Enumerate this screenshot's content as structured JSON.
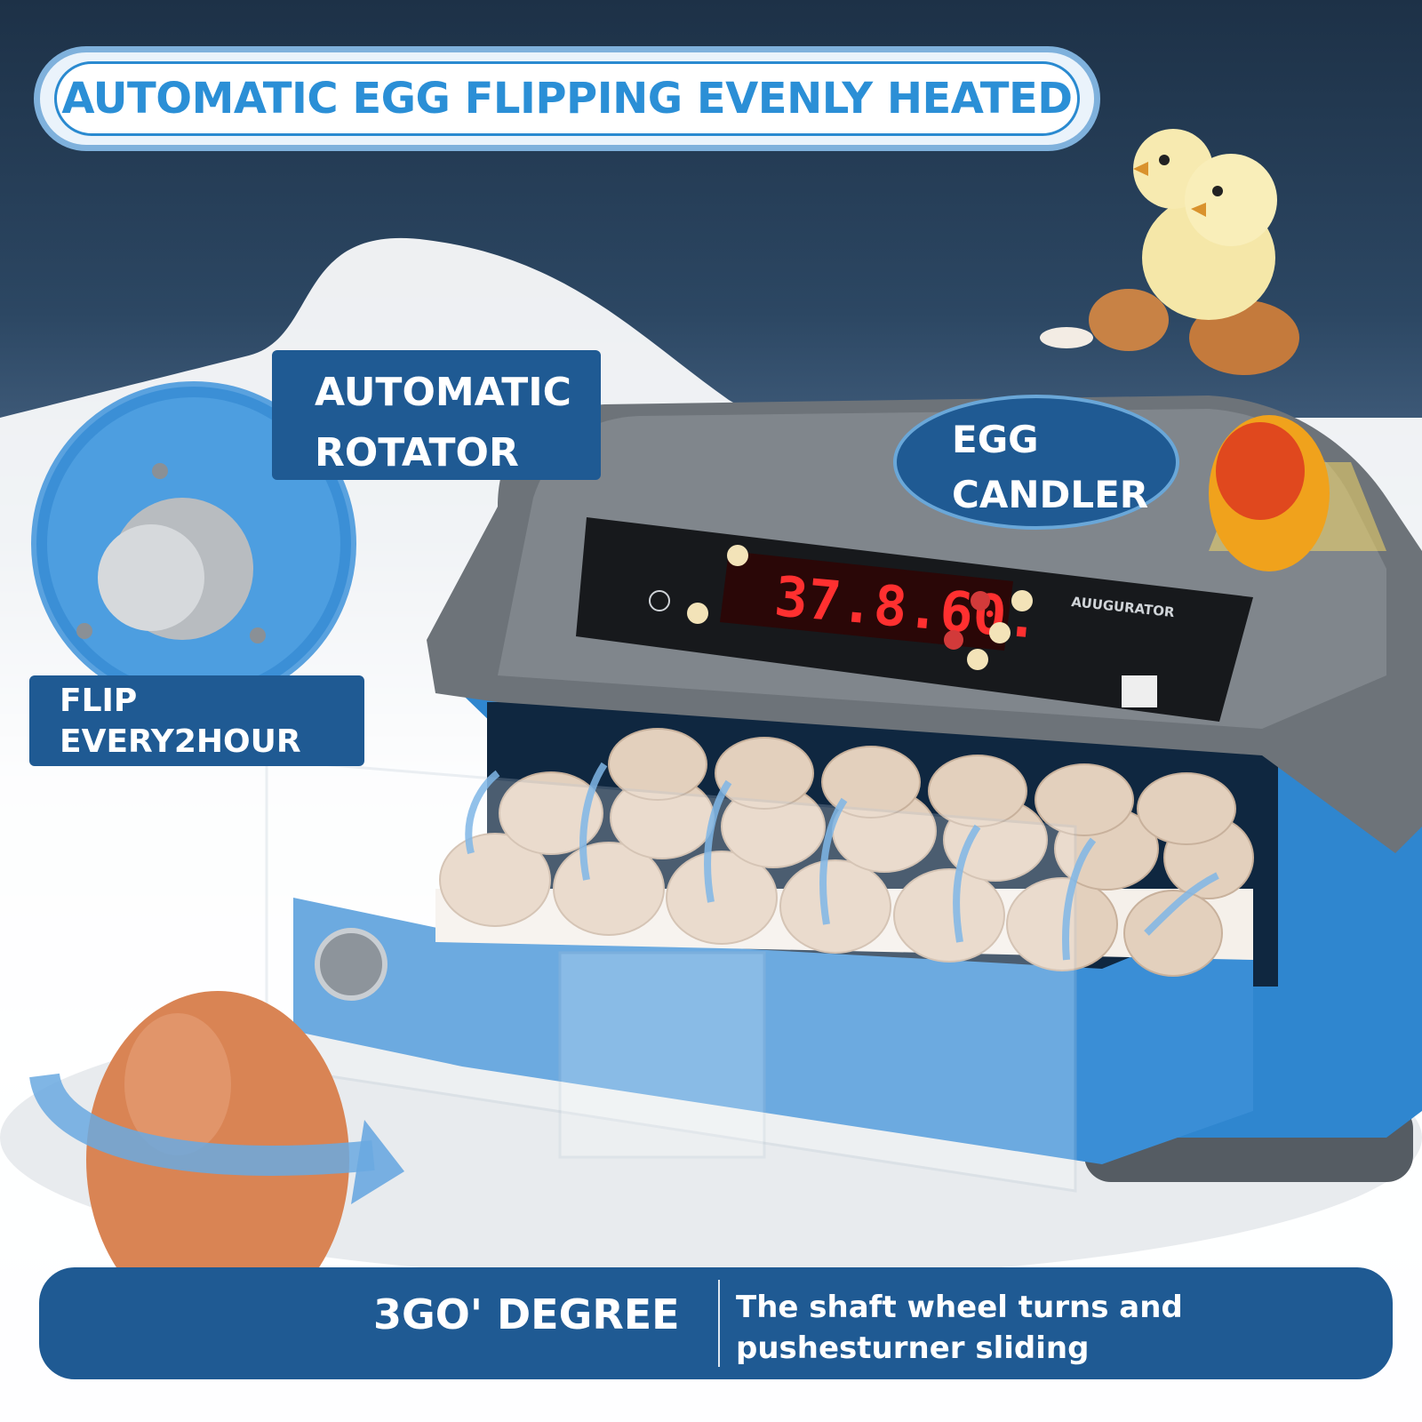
{
  "banner": {
    "title": "AUTOMATIC EGG FLIPPING EVENLY HEATED"
  },
  "rotator": {
    "line1": "AUTOMATIC",
    "line2": "ROTATOR"
  },
  "flip": {
    "line1": "FLIP",
    "line2": "EVERY2HOUR"
  },
  "candler": {
    "line1": "EGG",
    "line2": "CANDLER"
  },
  "display": {
    "readout": "37.8.60.",
    "brand": "AUUGURATOR"
  },
  "footer": {
    "degree": "3GO' DEGREE",
    "description": "The shaft wheel turns and pushesturner sliding"
  },
  "colors": {
    "accent": "#2b8fd6",
    "panel": "#1f5a93",
    "tray": "#3a8ed6"
  }
}
